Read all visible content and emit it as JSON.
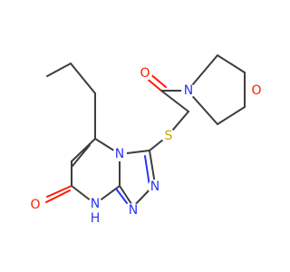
{
  "colors": {
    "background": "#ffffff",
    "bond": "#3d3d3d",
    "nitrogen": "#2b36f5",
    "oxygen": "#ff1a00",
    "sulfur": "#c8a400"
  },
  "atoms": {
    "ketone_oxygen": "O",
    "morpholine_nitrogen": "N",
    "morpholine_oxygen": "O",
    "thioether_sulfur": "S",
    "bridgehead_nitrogen": "N",
    "triazole_n2": "N",
    "triazole_n1": "N",
    "nh_nitrogen": "N",
    "nh_hydrogen": "H",
    "carbonyl_oxygen": "O"
  }
}
